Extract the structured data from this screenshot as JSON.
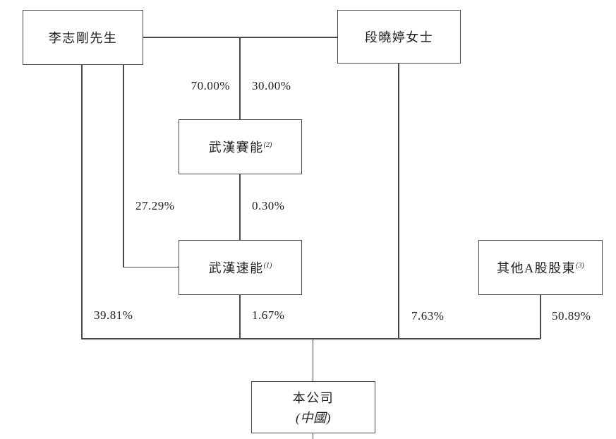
{
  "diagram": {
    "title": "shareholding-structure-chart",
    "background_color": "#ffffff",
    "line_color": "#4a4a4a",
    "text_color": "#1f1f1f",
    "nodes": [
      {
        "id": "li-zhigang",
        "label": "李志剛先生",
        "sup": ""
      },
      {
        "id": "duan-xiaoting",
        "label": "段曉婷女士",
        "sup": ""
      },
      {
        "id": "wuhan-saineng",
        "label": "武漢賽能",
        "sup": "(2)"
      },
      {
        "id": "wuhan-suneng",
        "label": "武漢速能",
        "sup": "(1)"
      },
      {
        "id": "other-a-shareholders",
        "label": "其他A股股東",
        "sup": "(3)"
      },
      {
        "id": "the-company",
        "label": "本公司",
        "sup": "",
        "sub_label": "(中國)"
      }
    ],
    "edge_labels": [
      {
        "id": "li-to-saineng",
        "text": "70.00%",
        "from": "li-zhigang",
        "to": "wuhan-saineng"
      },
      {
        "id": "duan-to-saineng",
        "text": "30.00%",
        "from": "duan-xiaoting",
        "to": "wuhan-saineng"
      },
      {
        "id": "li-to-suneng",
        "text": "27.29%",
        "from": "li-zhigang",
        "to": "wuhan-suneng"
      },
      {
        "id": "saineng-to-suneng",
        "text": "0.30%",
        "from": "wuhan-saineng",
        "to": "wuhan-suneng"
      },
      {
        "id": "li-to-company",
        "text": "39.81%",
        "from": "li-zhigang",
        "to": "the-company"
      },
      {
        "id": "suneng-to-company",
        "text": "1.67%",
        "from": "wuhan-suneng",
        "to": "the-company"
      },
      {
        "id": "duan-to-company",
        "text": "7.63%",
        "from": "duan-xiaoting",
        "to": "the-company"
      },
      {
        "id": "other-to-company",
        "text": "50.89%",
        "from": "other-a-shareholders",
        "to": "the-company"
      }
    ]
  }
}
